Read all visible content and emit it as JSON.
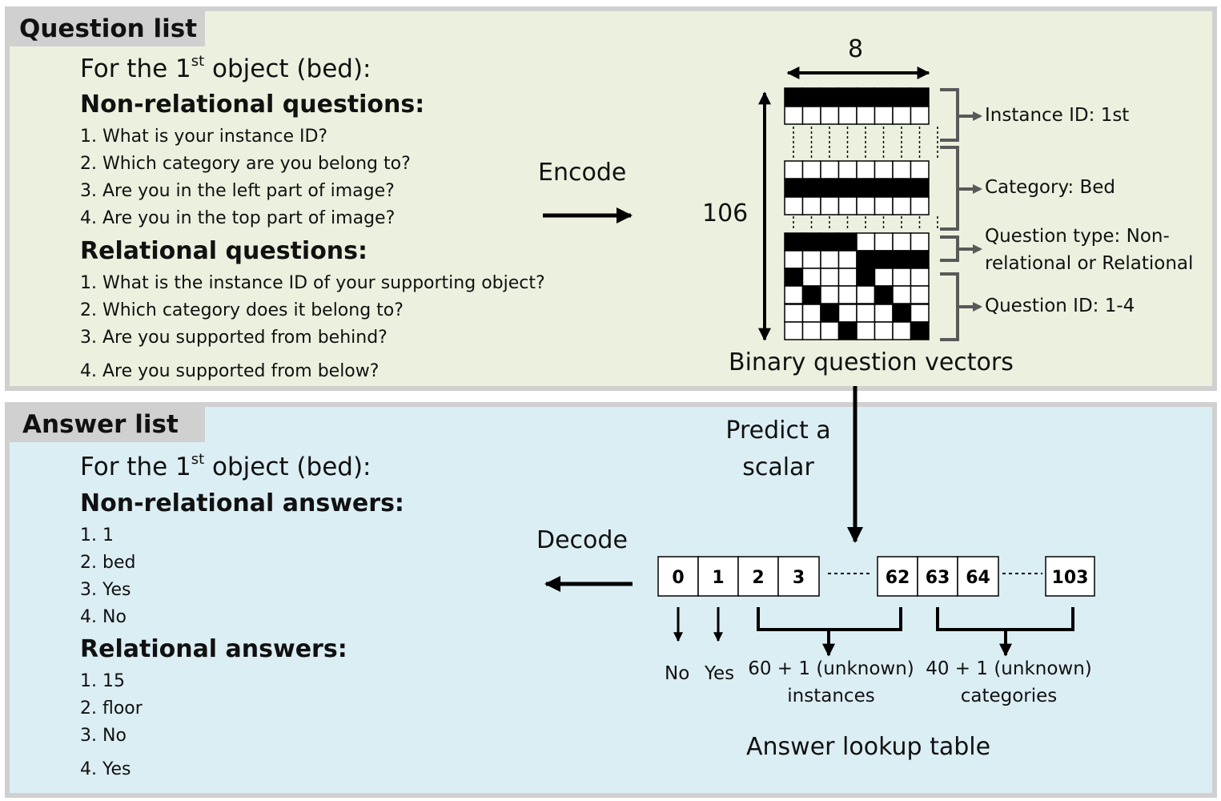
{
  "question_panel": {
    "title": "Question list",
    "object_heading": {
      "prefix": "For the 1",
      "sup": "st",
      "suffix": " object (bed):"
    },
    "nonrelational_heading": "Non-relational questions:",
    "nonrelational_questions": [
      "1. What is your instance ID?",
      "2. Which category are you belong to?",
      "3. Are you in the left part of image?",
      "4. Are you in the top part of image?"
    ],
    "relational_heading": "Relational questions:",
    "relational_questions": [
      "1. What is the instance ID of your supporting object?",
      "2. Which category does it belong to?",
      "3. Are you supported from behind?",
      "4. Are you supported from below?"
    ]
  },
  "answer_panel": {
    "title": "Answer list",
    "object_heading": {
      "prefix": "For the 1",
      "sup": "st",
      "suffix": " object (bed):"
    },
    "nonrelational_heading": "Non-relational answers:",
    "nonrelational_answers": [
      "1. 1",
      "2. bed",
      "3. Yes",
      "4. No"
    ],
    "relational_heading": "Relational answers:",
    "relational_answers": [
      "1. 15",
      "2. floor",
      "3. No",
      "4. Yes"
    ]
  },
  "encode_label": "Encode",
  "decode_label": "Decode",
  "predict_label": [
    "Predict a",
    "scalar"
  ],
  "vector_diagram": {
    "width_label": "8",
    "height_label": "106",
    "caption": "Binary question vectors",
    "brace_labels": {
      "instance": "Instance ID: 1st",
      "category": "Category: Bed",
      "question_type": [
        "Question type: Non-",
        "relational or Relational"
      ],
      "question_id": "Question ID: 1-4"
    }
  },
  "lookup_table": {
    "caption": "Answer lookup table",
    "cells": [
      "0",
      "1",
      "2",
      "3",
      "62",
      "63",
      "64",
      "103"
    ],
    "labels": {
      "no": "No",
      "yes": "Yes",
      "instances": [
        "60 + 1 (unknown)",
        "instances"
      ],
      "categories": [
        "40 + 1 (unknown)",
        "categories"
      ]
    }
  },
  "colors": {
    "question_bg": "#ebf1de",
    "answer_bg": "#dbeef4",
    "border": "#d0d0d0",
    "brace": "#595959"
  }
}
